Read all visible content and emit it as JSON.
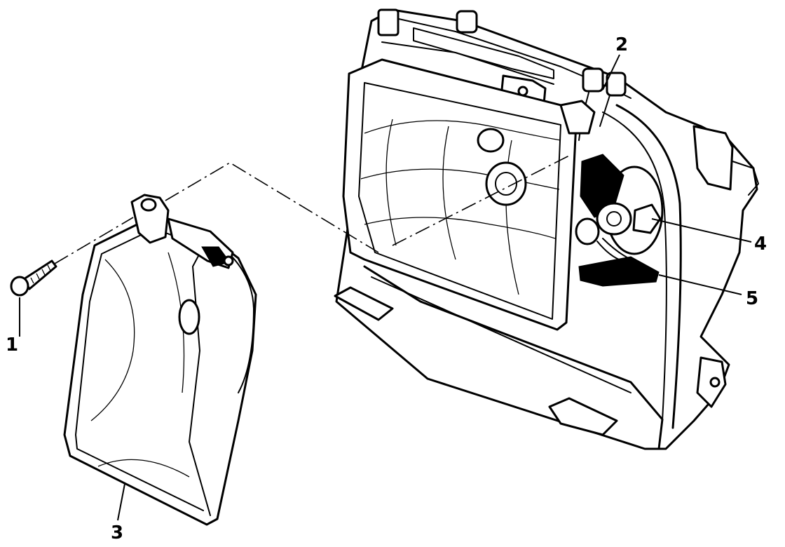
{
  "diagram": {
    "parts": [
      {
        "id": "part-1",
        "label": "1",
        "component": "screw"
      },
      {
        "id": "part-2",
        "label": "2",
        "component": "adjuster"
      },
      {
        "id": "part-3",
        "label": "3",
        "component": "lamp-unit"
      },
      {
        "id": "part-4",
        "label": "4",
        "component": "bulb"
      },
      {
        "id": "part-5",
        "label": "5",
        "component": "connector"
      }
    ],
    "colors": {
      "ink": "#000000",
      "paper": "#ffffff"
    }
  }
}
